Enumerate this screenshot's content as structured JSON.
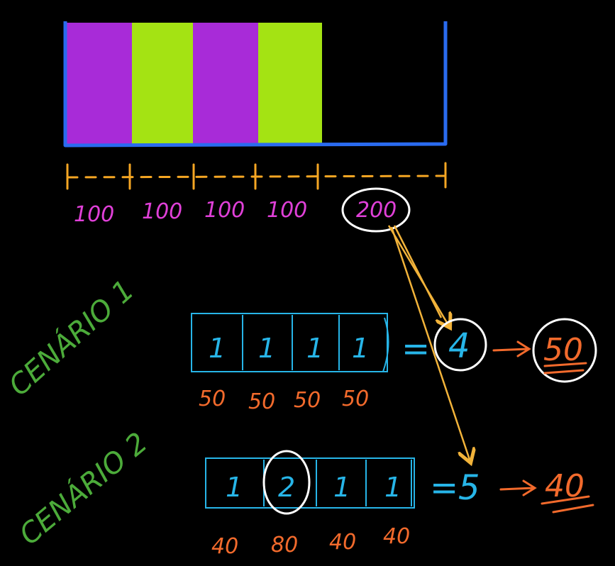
{
  "colors": {
    "purple": "#a82bd8",
    "green": "#a4e313",
    "blue": "#2a6bf0",
    "orange_tick": "#f5a623",
    "pink": "#e040d8",
    "cyan": "#27b5e8",
    "orange": "#f26a2c",
    "scenario_green": "#4cab3a",
    "white": "#ffffff",
    "arrow_yellow": "#f2b33a"
  },
  "top_bar": {
    "segments": [
      {
        "value": "100",
        "color": "purple"
      },
      {
        "value": "100",
        "color": "green"
      },
      {
        "value": "100",
        "color": "purple"
      },
      {
        "value": "100",
        "color": "green"
      }
    ],
    "remaining": "200"
  },
  "scenario1": {
    "title": "CENÁRIO 1",
    "cells": [
      "1",
      "1",
      "1",
      "1"
    ],
    "equals": "=",
    "sum": "4",
    "result": "50",
    "amounts": [
      "50",
      "50",
      "50",
      "50"
    ]
  },
  "scenario2": {
    "title": "CENÁRIO 2",
    "cells": [
      "1",
      "2",
      "1",
      "1"
    ],
    "equals": "=",
    "sum": "5",
    "result": "40",
    "amounts": [
      "40",
      "80",
      "40",
      "40"
    ]
  }
}
